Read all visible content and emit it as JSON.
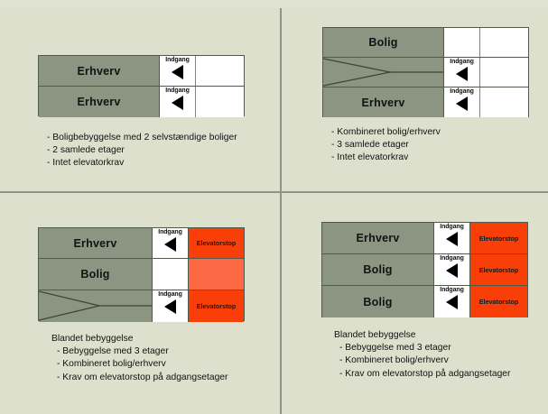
{
  "colors": {
    "background": "#dde0cd",
    "divider": "#8e9683",
    "green_cell": "#8c9482",
    "red_cell": "#f93f07",
    "red_cell_light": "#fc6a45",
    "white_cell": "#ffffff",
    "border": "#4f5a4a",
    "text": "#111111"
  },
  "labels": {
    "erhverv": "Erhverv",
    "bolig": "Bolig",
    "indgang": "Indgang",
    "elevatorstop": "Elevatorstop"
  },
  "quadrants": [
    {
      "id": "top-left",
      "diagram": {
        "rows": [
          {
            "label": "Erhverv",
            "indgang": "Indgang",
            "arrow": true,
            "right": "",
            "right_type": "white"
          },
          {
            "label": "Erhverv",
            "indgang": "Indgang",
            "arrow": true,
            "right": "",
            "right_type": "white"
          }
        ]
      },
      "caption": [
        "- Boligbebyggelse med 2 selvstændige boliger",
        "- 2 samlede etager",
        "- Intet elevatorkrav"
      ]
    },
    {
      "id": "top-right",
      "diagram": {
        "rows": [
          {
            "label": "Bolig",
            "indgang": "",
            "arrow": false,
            "right": "",
            "right_type": "white"
          },
          {
            "label": "",
            "indgang": "Indgang",
            "arrow": true,
            "right": "",
            "right_type": "white",
            "converge": true
          },
          {
            "label": "Erhverv",
            "indgang": "Indgang",
            "arrow": true,
            "right": "",
            "right_type": "white"
          }
        ]
      },
      "caption": [
        "- Kombineret bolig/erhverv",
        "- 3 samlede etager",
        "- Intet elevatorkrav"
      ]
    },
    {
      "id": "bottom-left",
      "diagram": {
        "rows": [
          {
            "label": "Erhverv",
            "indgang": "Indgang",
            "arrow": true,
            "right": "Elevatorstop",
            "right_type": "red"
          },
          {
            "label": "Bolig",
            "indgang": "",
            "arrow": false,
            "right": "",
            "right_type": "red-light"
          },
          {
            "label": "",
            "indgang": "Indgang",
            "arrow": true,
            "right": "Elevatorstop",
            "right_type": "red",
            "converge": true
          }
        ]
      },
      "caption": [
        "Blandet bebyggelse",
        "- Bebyggelse med 3 etager",
        "- Kombineret bolig/erhverv",
        "- Krav om elevatorstop på adgangsetager"
      ]
    },
    {
      "id": "bottom-right",
      "diagram": {
        "rows": [
          {
            "label": "Erhverv",
            "indgang": "Indgang",
            "arrow": true,
            "right": "Elevatorstop",
            "right_type": "red"
          },
          {
            "label": "Bolig",
            "indgang": "Indgang",
            "arrow": true,
            "right": "Elevatorstop",
            "right_type": "red"
          },
          {
            "label": "Bolig",
            "indgang": "Indgang",
            "arrow": true,
            "right": "Elevatorstop",
            "right_type": "red"
          }
        ]
      },
      "caption": [
        "Blandet bebyggelse",
        "- Bebyggelse med 3 etager",
        "- Kombineret bolig/erhverv",
        "- Krav om elevatorstop på adgangsetager"
      ]
    }
  ]
}
